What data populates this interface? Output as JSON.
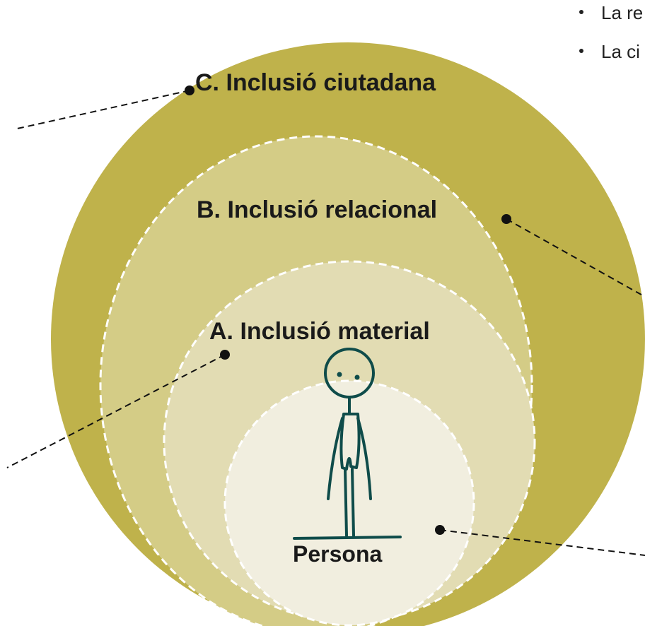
{
  "colors": {
    "outer": "#bfb24b",
    "relational": "#d4cc86",
    "material": "#e2dcb3",
    "persona": "#f1eedf",
    "dash": "#ffffff",
    "connector": "#111111",
    "figure": "#0f4c4a"
  },
  "levels": {
    "citizen": "C. Inclusió ciutadana",
    "relational": "B. Inclusió relacional",
    "material": "A. Inclusió material",
    "person": "Persona"
  },
  "bullets": [
    "La re",
    "La ci"
  ],
  "icons": [
    "person-figure-icon"
  ]
}
